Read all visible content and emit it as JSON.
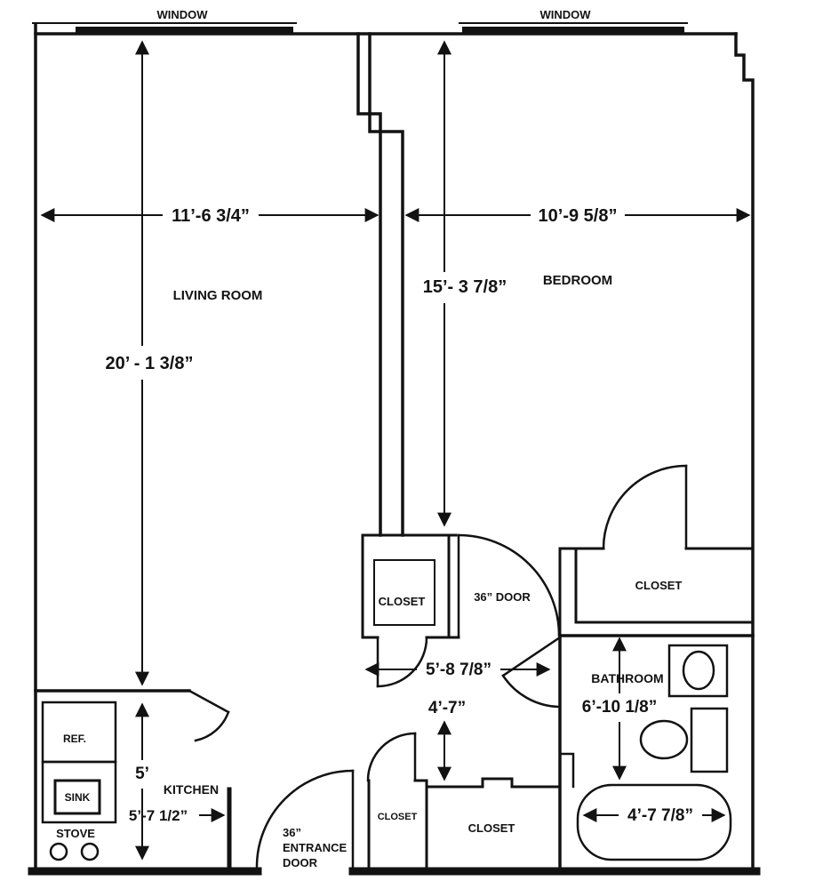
{
  "plan": {
    "windows": {
      "left": "WINDOW",
      "right": "WINDOW"
    },
    "living_room": {
      "label": "LIVING ROOM",
      "width": "11’-6 3/4”",
      "height": "20’ - 1 3/8”"
    },
    "bedroom": {
      "label": "BEDROOM",
      "width": "10’-9 5/8”",
      "height": "15’- 3 7/8”"
    },
    "hall": {
      "width": "5’-8 7/8”",
      "clearance": "4’-7”"
    },
    "bathroom": {
      "label": "BATHROOM",
      "length": "6’-10 1/8”",
      "tub_width": "4’-7 7/8”"
    },
    "kitchen": {
      "label": "KITCHEN",
      "depth": "5’",
      "width": "5’-7 1/2”"
    },
    "closets": {
      "hall": "CLOSET",
      "bedroom": "CLOSET",
      "entry": "CLOSET",
      "foyer": "CLOSET"
    },
    "doors": {
      "bedroom_door": "36” DOOR",
      "entrance_line1": "36”",
      "entrance_line2": "ENTRANCE",
      "entrance_line3": "DOOR"
    },
    "fixtures": {
      "fridge": "REF.",
      "sink": "SINK",
      "stove": "STOVE"
    }
  }
}
